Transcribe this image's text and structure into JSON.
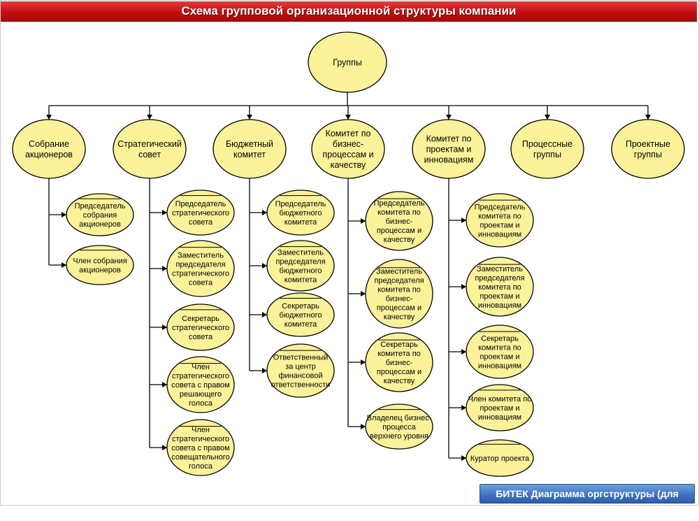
{
  "title": "Схема групповой организационной структуры компании",
  "footer": "БИТЕК Диаграмма оргструктуры (для групп)",
  "colors": {
    "node_fill": "#fbf29a",
    "title_bar": "#c50f0f",
    "footer_badge": "#3d70bd"
  },
  "root": {
    "lines": [
      "Группы"
    ]
  },
  "groups": [
    {
      "lines": [
        "Собрание",
        "акционеров"
      ],
      "members": [
        {
          "lines": [
            "Председатель",
            "собрания",
            "акционеров"
          ]
        },
        {
          "lines": [
            "Член собрания",
            "акционеров"
          ]
        }
      ]
    },
    {
      "lines": [
        "Стратегический",
        "совет"
      ],
      "members": [
        {
          "lines": [
            "Председатель",
            "стратегического",
            "совета"
          ]
        },
        {
          "lines": [
            "Заместитель",
            "председателя",
            "стратегического",
            "совета"
          ]
        },
        {
          "lines": [
            "Секретарь",
            "стратегического",
            "совета"
          ]
        },
        {
          "lines": [
            "Член",
            "стратегического",
            "совета с правом",
            "решающего",
            "голоса"
          ]
        },
        {
          "lines": [
            "Член",
            "стратегического",
            "совета с правом",
            "совещательного",
            "голоса"
          ]
        }
      ]
    },
    {
      "lines": [
        "Бюджетный",
        "комитет"
      ],
      "members": [
        {
          "lines": [
            "Председатель",
            "бюджетного",
            "комитета"
          ]
        },
        {
          "lines": [
            "Заместитель",
            "председателя",
            "бюджетного",
            "комитета"
          ]
        },
        {
          "lines": [
            "Секретарь",
            "бюджетного",
            "комитета"
          ]
        },
        {
          "lines": [
            "Ответственный",
            "за центр",
            "финансовой",
            "ответственности"
          ]
        }
      ]
    },
    {
      "lines": [
        "Комитет по",
        "бизнес-",
        "процессам и",
        "качеству"
      ],
      "members": [
        {
          "lines": [
            "Председатель",
            "комитета по",
            "бизнес-",
            "процессам и",
            "качеству"
          ]
        },
        {
          "lines": [
            "Заместитель",
            "председателя",
            "комитета по",
            "бизнес-",
            "процессам и",
            "качеству"
          ]
        },
        {
          "lines": [
            "Секретарь",
            "комитета по",
            "бизнес-",
            "процессам и",
            "качеству"
          ]
        },
        {
          "lines": [
            "Владелец бизнес-",
            "процесса",
            "верхнего уровня"
          ]
        }
      ]
    },
    {
      "lines": [
        "Комитет по",
        "проектам и",
        "инновациям"
      ],
      "members": [
        {
          "lines": [
            "Председатель",
            "комитета по",
            "проектам и",
            "инновациям"
          ]
        },
        {
          "lines": [
            "Заместитель",
            "председателя",
            "комитета по",
            "проектам и",
            "инновациям"
          ]
        },
        {
          "lines": [
            "Секретарь",
            "комитета по",
            "проектам и",
            "инновациям"
          ]
        },
        {
          "lines": [
            "Член комитета по",
            "проектам и",
            "инновациям"
          ]
        },
        {
          "lines": [
            "Куратор проекта"
          ]
        }
      ]
    },
    {
      "lines": [
        "Процессные",
        "группы"
      ],
      "members": []
    },
    {
      "lines": [
        "Проектные",
        "группы"
      ],
      "members": []
    }
  ]
}
